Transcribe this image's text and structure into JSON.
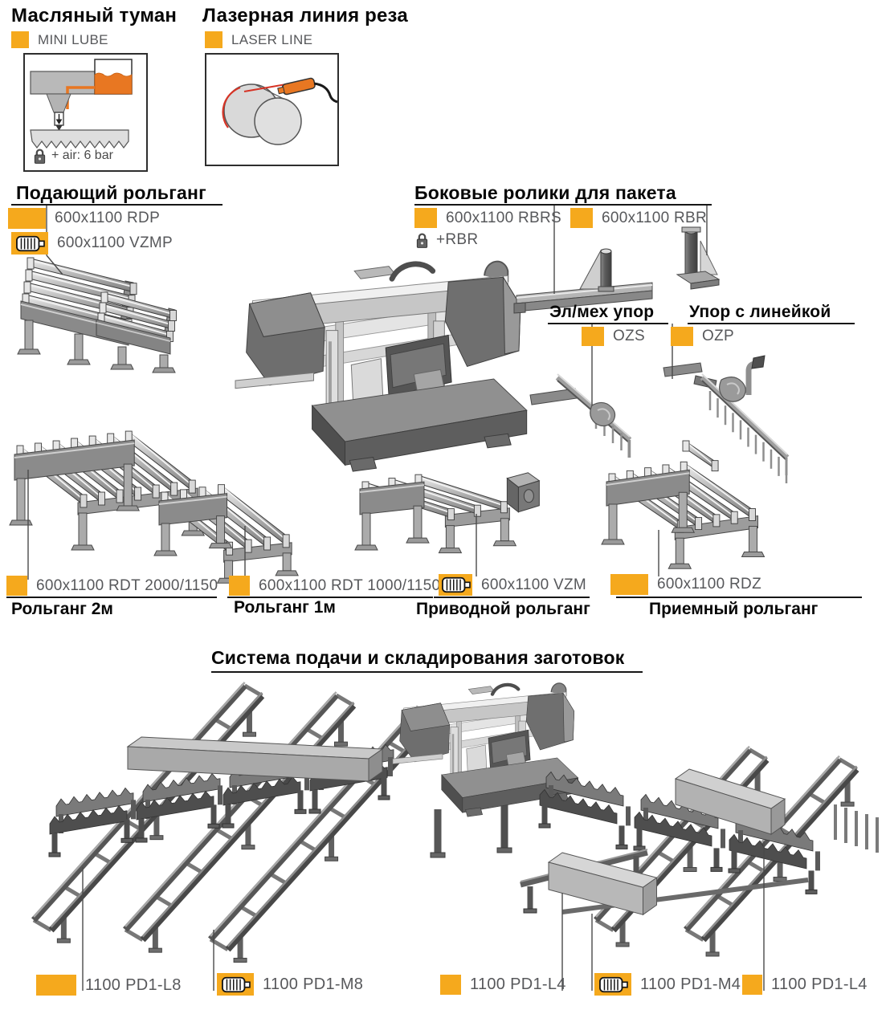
{
  "colors": {
    "accent": "#F5A91D",
    "diagram_orange": "#E87722",
    "code_text": "#57585B"
  },
  "options": [
    {
      "title": "Масляный туман",
      "code": "MINI LUBE",
      "note": "+ air: 6 bar"
    },
    {
      "title": "Лазерная линия реза",
      "code": "LASER LINE"
    }
  ],
  "infeed": {
    "title": "Подающий рольганг",
    "items": [
      {
        "code": "600x1100 RDP"
      },
      {
        "code": "600x1100 VZMP"
      }
    ]
  },
  "side_rollers": {
    "title": "Боковые ролики для пакета",
    "items": [
      {
        "code": "600x1100 RBRS",
        "note": "+RBR"
      },
      {
        "code": "600x1100 RBR"
      }
    ]
  },
  "stops": [
    {
      "title": "Эл/мех упор",
      "code": "OZS"
    },
    {
      "title": "Упор с линейкой",
      "code": "OZP"
    }
  ],
  "conveyors": [
    {
      "code": "600x1100 RDT 2000/1150",
      "title": "Рольганг 2м"
    },
    {
      "code": "600x1100 RDT 1000/1150",
      "title": "Рольганг 1м"
    },
    {
      "code": "600x1100 VZM",
      "title": "Приводной рольганг"
    },
    {
      "code": "600x1100 RDZ",
      "title": "Приемный рольганг"
    }
  ],
  "system": {
    "title": "Система подачи и складирования заготовок",
    "labels": [
      {
        "code": "1100 PD1-L8"
      },
      {
        "code": "1100 PD1-M8"
      },
      {
        "code": "1100 PD1-L4"
      },
      {
        "code": "1100 PD1-M4"
      },
      {
        "code": "1100 PD1-L4"
      }
    ]
  }
}
